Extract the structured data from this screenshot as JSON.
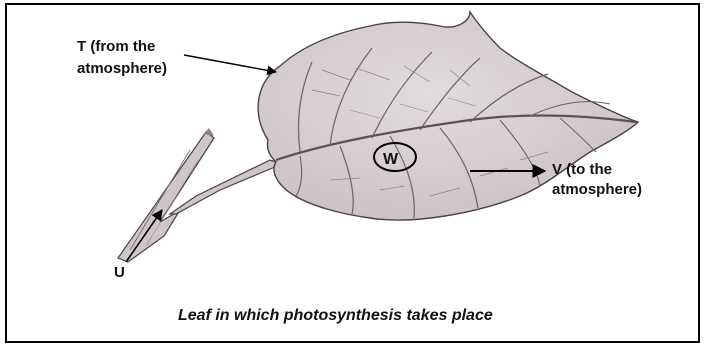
{
  "labels": {
    "t_line1": "T (from the",
    "t_line2": "atmosphere)",
    "v_line1": "V (to the",
    "v_line2": "atmosphere)",
    "w": "W",
    "u": "U"
  },
  "caption": "Leaf in which photosynthesis takes place"
}
